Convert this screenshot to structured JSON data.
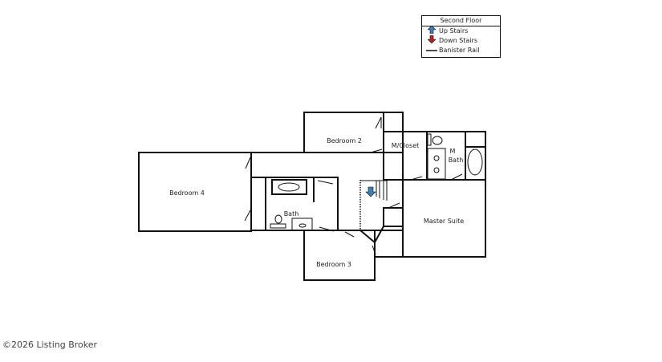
{
  "legend": {
    "title": "Second Floor",
    "items": [
      {
        "icon": "up-arrow-icon",
        "label": "Up Stairs",
        "color": "#3a7fb8"
      },
      {
        "icon": "down-arrow-icon",
        "label": "Down Stairs",
        "color": "#b8222a"
      },
      {
        "icon": "line-icon",
        "label": "Banister Rail",
        "color": "#111111"
      }
    ]
  },
  "rooms": {
    "bedroom2": "Bedroom 2",
    "closet": "M/Closet",
    "mbath1": "M",
    "mbath2": "Bath",
    "bedroom4": "Bedroom 4",
    "bath": "Bath",
    "master": "Master Suite",
    "bedroom3": "Bedroom 3"
  },
  "stair_arrow_color": "#3a7fb8",
  "copyright": "©2026 Listing Broker"
}
